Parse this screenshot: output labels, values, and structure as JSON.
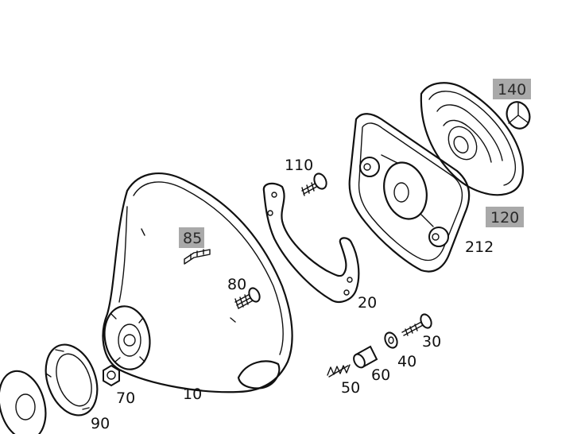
{
  "parts": [
    {
      "id": "label-10",
      "text": "10",
      "highlighted": false
    },
    {
      "id": "label-20",
      "text": "20",
      "highlighted": false
    },
    {
      "id": "label-30",
      "text": "30",
      "highlighted": false
    },
    {
      "id": "label-40",
      "text": "40",
      "highlighted": false
    },
    {
      "id": "label-50",
      "text": "50",
      "highlighted": false
    },
    {
      "id": "label-60",
      "text": "60",
      "highlighted": false
    },
    {
      "id": "label-70",
      "text": "70",
      "highlighted": false
    },
    {
      "id": "label-80",
      "text": "80",
      "highlighted": false
    },
    {
      "id": "label-85",
      "text": "85",
      "highlighted": true
    },
    {
      "id": "label-90",
      "text": "90",
      "highlighted": false
    },
    {
      "id": "label-110",
      "text": "110",
      "highlighted": false
    },
    {
      "id": "label-120",
      "text": "120",
      "highlighted": true
    },
    {
      "id": "label-140",
      "text": "140",
      "highlighted": true
    },
    {
      "id": "label-212",
      "text": "212",
      "highlighted": false
    }
  ],
  "colors": {
    "line": "#111111",
    "highlight": "#a9a9a9",
    "background": "#ffffff"
  }
}
